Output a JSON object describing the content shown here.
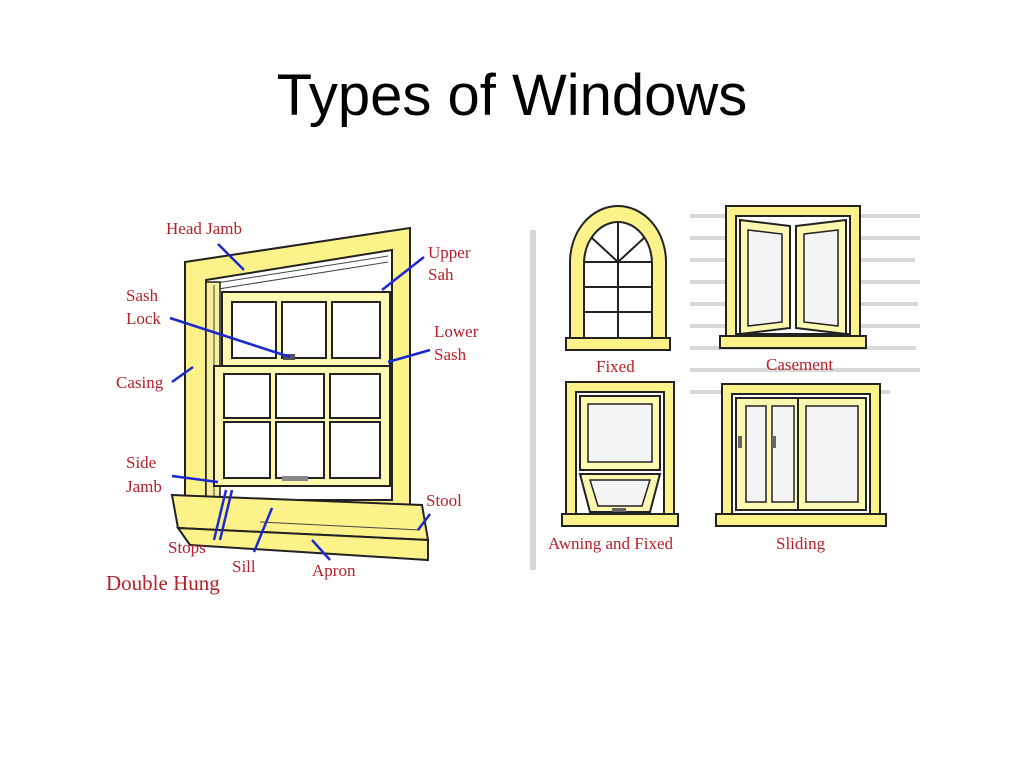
{
  "slide": {
    "title": "Types of Windows"
  },
  "double_hung": {
    "caption": "Double Hung",
    "labels": {
      "head_jamb": "Head Jamb",
      "upper_sash_1": "Upper",
      "upper_sash_2": "Sah",
      "sash_lock_1": "Sash",
      "sash_lock_2": "Lock",
      "lower_sash_1": "Lower",
      "lower_sash_2": "Sash",
      "casing": "Casing",
      "side_jamb_1": "Side",
      "side_jamb_2": "Jamb",
      "stool": "Stool",
      "stops": "Stops",
      "sill": "Sill",
      "apron": "Apron"
    }
  },
  "window_types": {
    "fixed": "Fixed",
    "casement": "Casement",
    "awning_and_fixed": "Awning and Fixed",
    "sliding": "Sliding"
  },
  "colors": {
    "frame_yellow": "#fbf38a",
    "label_red": "#b8202a",
    "leader_blue": "#1a2ad0"
  }
}
